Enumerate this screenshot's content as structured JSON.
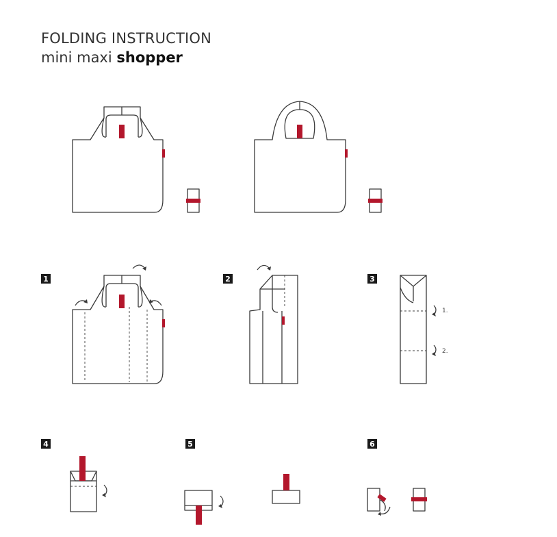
{
  "header": {
    "title_line1": "FOLDING INSTRUCTION",
    "title_line2_regular": "mini maxi ",
    "title_line2_bold": "shopper"
  },
  "steps": [
    {
      "number": "1"
    },
    {
      "number": "2"
    },
    {
      "number": "3",
      "fold_labels": [
        "1.",
        "2."
      ]
    },
    {
      "number": "4"
    },
    {
      "number": "5"
    },
    {
      "number": "6"
    }
  ],
  "colors": {
    "accent": "#b3172c",
    "line": "#3a3a3a",
    "badge": "#1a1a1a"
  }
}
